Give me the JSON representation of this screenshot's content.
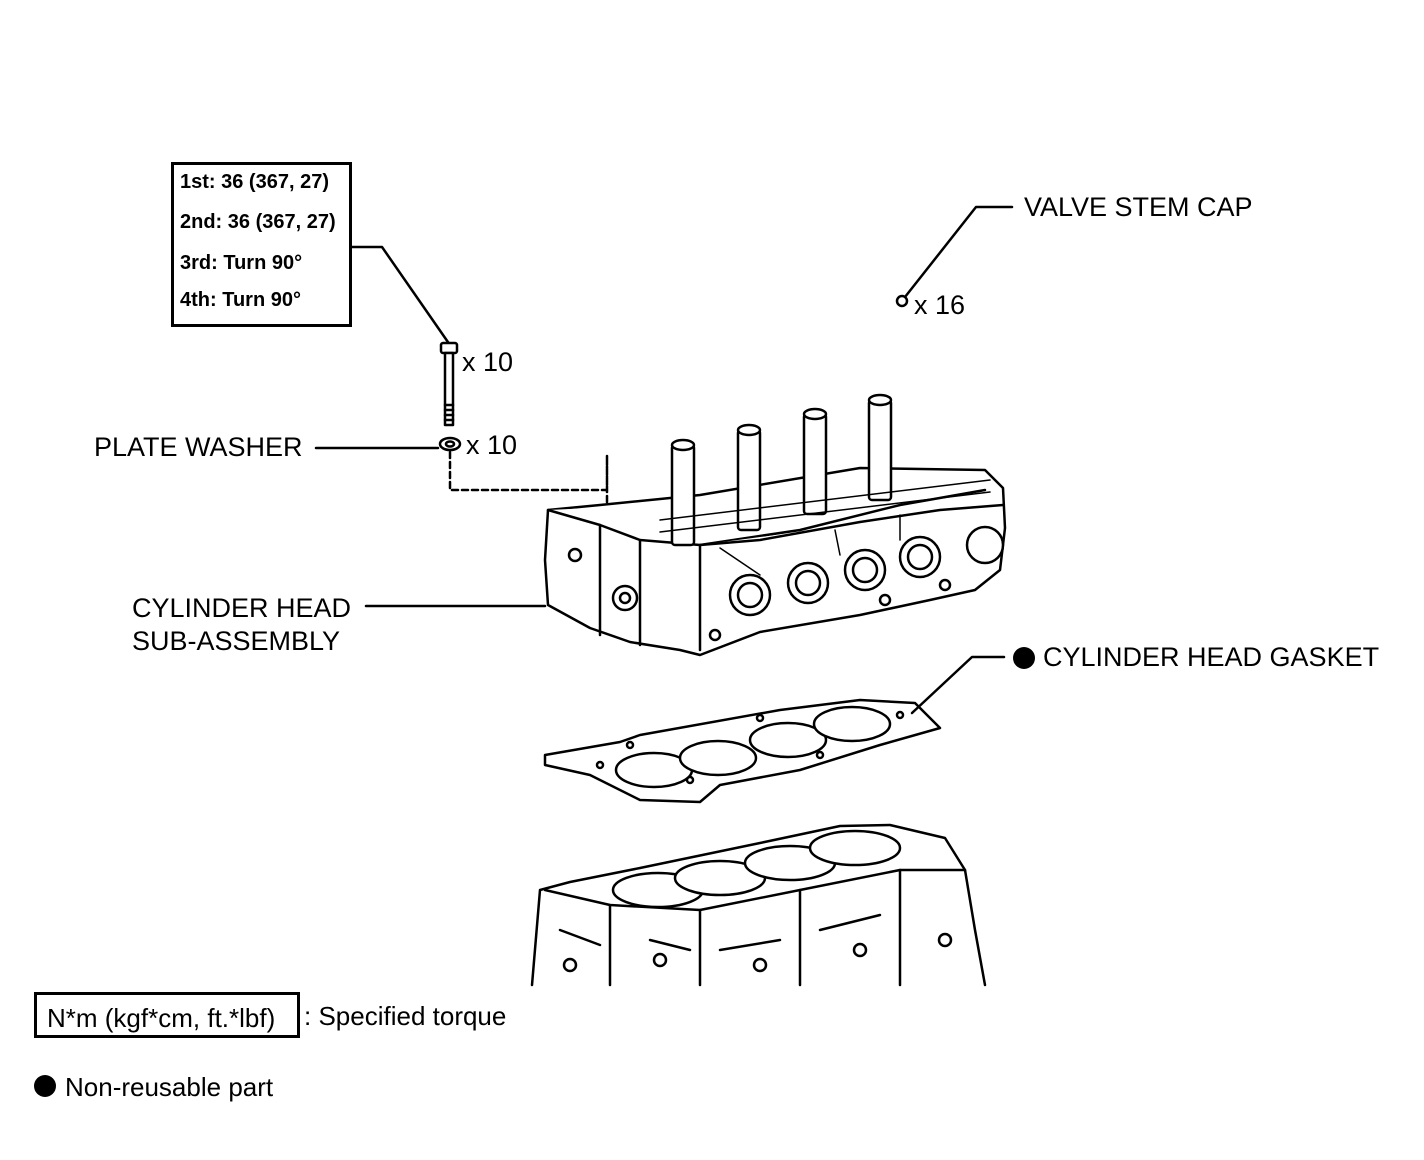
{
  "torque_spec": {
    "steps": [
      "1st: 36 (367, 27)",
      "2nd: 36 (367, 27)",
      "3rd: Turn 90°",
      "4th: Turn 90°"
    ]
  },
  "parts": {
    "bolt_qty": "x 10",
    "plate_washer": "PLATE WASHER",
    "plate_washer_qty": "x 10",
    "valve_stem_cap": "VALVE STEM CAP",
    "valve_stem_cap_qty": "x 16",
    "cylinder_head_line1": "CYLINDER HEAD",
    "cylinder_head_line2": "SUB-ASSEMBLY",
    "cylinder_head_gasket": "CYLINDER HEAD GASKET"
  },
  "legend": {
    "torque_unit": "N*m (kgf*cm, ft.*lbf)",
    "torque_desc": ": Specified torque",
    "non_reusable": "Non-reusable part"
  }
}
